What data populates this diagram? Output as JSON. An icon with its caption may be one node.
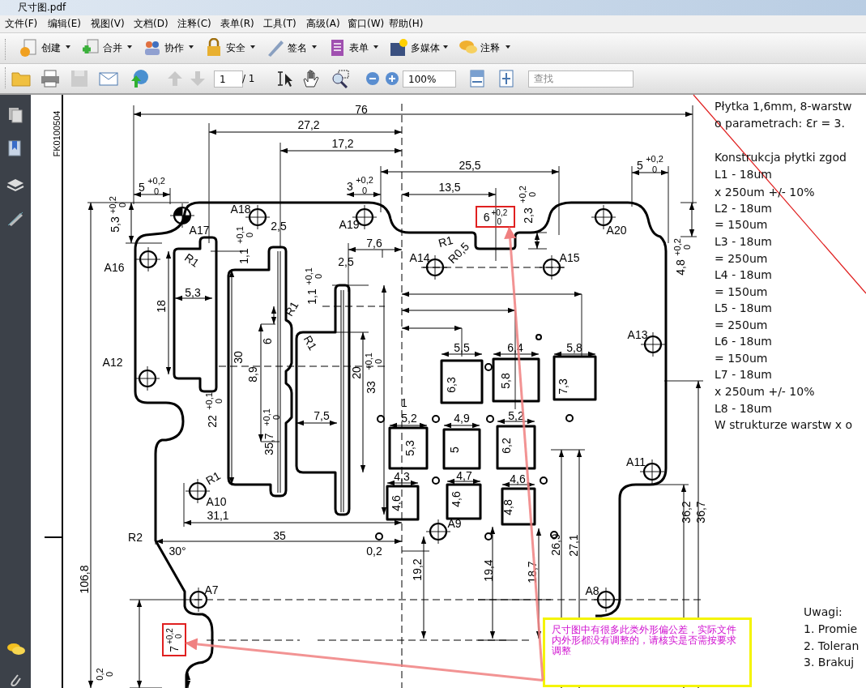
{
  "diagram": {
    "nodes": [
      {
        "text": [
          "尺寸图中有很多此类外形偏公差，实际文件内外形都没有调整的，请核实是否需按要求调整"
        ]
      },
      {
        "text": [
          "6",
          "+0,2",
          "0"
        ]
      },
      {
        "text": [
          "7",
          "+0,2",
          "0"
        ]
      }
    ],
    "edges": [
      {
        "from": 0,
        "to": 1,
        "arrow": "to",
        "color": "#f08080"
      },
      {
        "from": 0,
        "to": 2,
        "arrow": "to",
        "color": "#f08080"
      }
    ],
    "labels": [
      "尺寸图.pdf",
      "文件(F)",
      "编辑(E)",
      "视图(V)",
      "文档(D)",
      "注释(C)",
      "表单(R)",
      "工具(T)",
      "高级(A)",
      "窗口(W)",
      "帮助(H)",
      "创建",
      "合并",
      "协作",
      "安全",
      "签名",
      "表单",
      "多媒体",
      "注释",
      "1",
      "/ 1",
      "100%",
      "查找",
      "FK0100504",
      "76",
      "27,2",
      "17,2",
      "25,5",
      "5",
      "+0,2",
      "0",
      "5",
      "+0,2",
      "0",
      "3",
      "+0,2",
      "0",
      "13,5",
      "2,3",
      "+0,2",
      "0",
      "5,3",
      "+0,2",
      "0",
      "4,8",
      "+0,2",
      "0",
      "A18",
      "A19",
      "A17",
      "A16",
      "A12",
      "A14",
      "A15",
      "A20",
      "A13",
      "A11",
      "A10",
      "A9",
      "A7",
      "A8",
      "2,5",
      "2,5",
      "7,6",
      "R1",
      "R1",
      "R0,5",
      "R1",
      "R1",
      "R1",
      "1,1",
      "+0,1",
      "0",
      "1,1",
      "+0,1",
      "0",
      "5,3",
      "18",
      "30",
      "6",
      "8,9",
      "20",
      "33",
      "+0,1",
      "0",
      "22",
      "+0,1",
      "0",
      "35,7",
      "+0,1",
      "0",
      "7,5",
      "1",
      "5,2",
      "4,9",
      "5,2",
      "5,5",
      "6,4",
      "5,8",
      "6,3",
      "5,8",
      "7,3",
      "5,3",
      "5",
      "6,2",
      "4,3",
      "4,7",
      "4,6",
      "4,6",
      "4,6",
      "4,8",
      "31,1",
      "35",
      "0,2",
      "R2",
      "30°",
      "19,2",
      "106,8",
      "19,4",
      "18,7",
      "26,9",
      "27,1",
      "36,2",
      "36,7",
      "0,2",
      "0",
      "Płytka 1,6mm, 8-warstw",
      "o parametrach: Ɛr = 3.",
      "Konstrukcja płytki zgod",
      "L1 - 18um",
      "x 250um +/- 10%",
      "L2 - 18um",
      "= 150um",
      "L3 - 18um",
      "= 250um",
      "L4 - 18um",
      "= 150um",
      "L5 - 18um",
      "= 250um",
      "L6 - 18um",
      "= 150um",
      "L7 - 18um",
      "x 250um +/- 10%",
      "L8 - 18um",
      "W strukturze warstw x o",
      "Uwagi:",
      "1. Promie",
      "2. Toleran",
      "3. Brakuj"
    ]
  }
}
